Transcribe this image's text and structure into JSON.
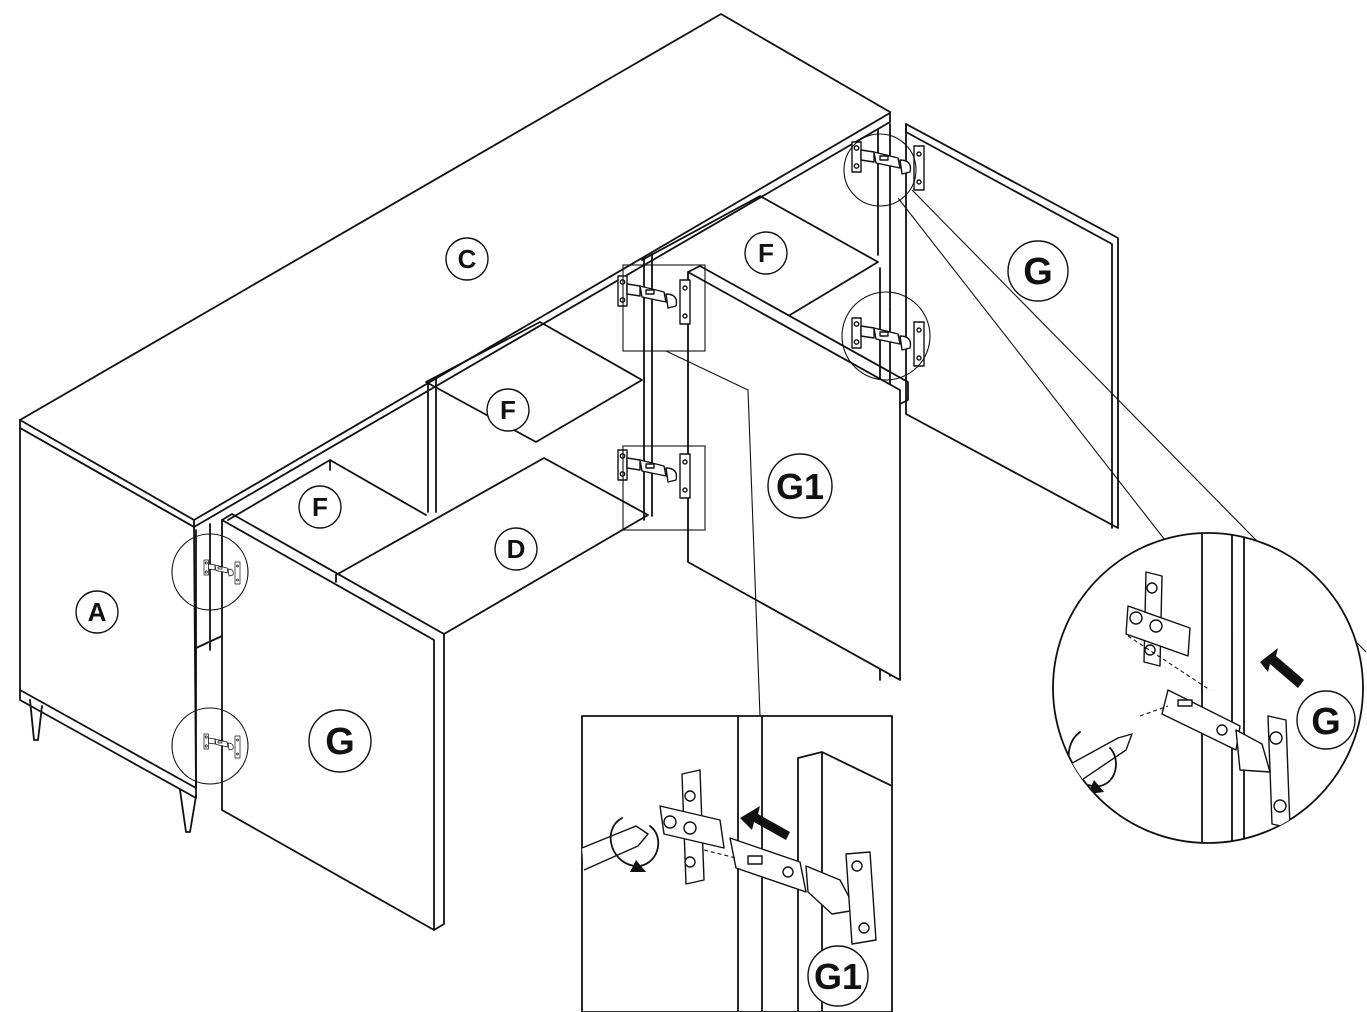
{
  "labels": {
    "side_panel": "A",
    "top_panel": "C",
    "bottom_panel": "D",
    "shelf_upper_right": "F",
    "shelf_middle": "F",
    "shelf_left": "F",
    "door_right": "G",
    "door_middle": "G1",
    "door_left": "G",
    "detail_center": "G1",
    "detail_right": "G"
  },
  "colors": {
    "ink": "#111111",
    "paper": "#ffffff"
  },
  "icons": [
    "hinge-icon",
    "screwdriver-icon",
    "rotate-arrow-icon",
    "push-arrow-icon"
  ]
}
